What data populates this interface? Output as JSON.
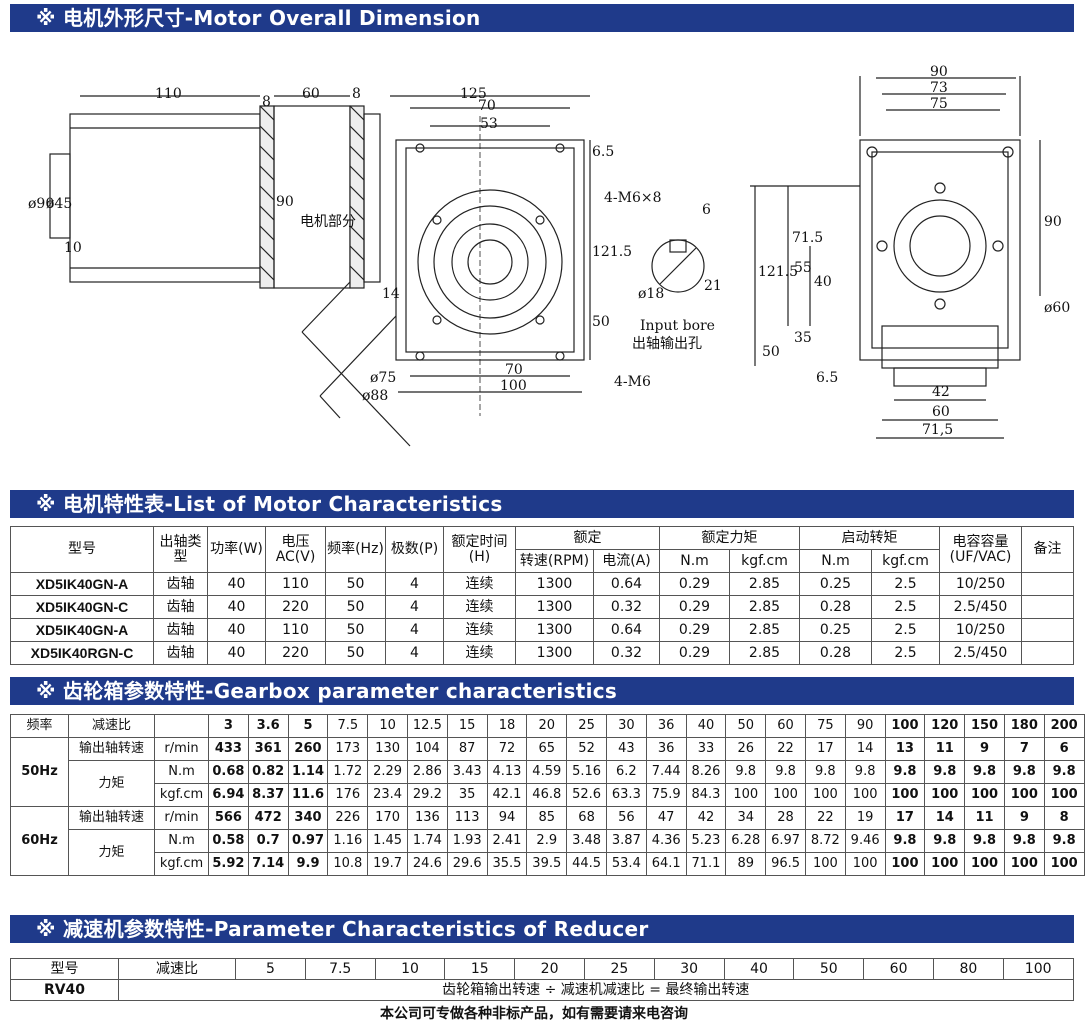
{
  "sections": {
    "s1": "※ 电机外形尺寸-Motor Overall Dimension",
    "s2": "※ 电机特性表-List of Motor Characteristics",
    "s3": "※ 齿轮箱参数特性-Gearbox parameter characteristics",
    "s4": "※ 减速机参数特性-Parameter Characteristics of Reducer"
  },
  "drawing": {
    "dims": [
      "110",
      "8",
      "60",
      "8",
      "125",
      "70",
      "53",
      "6.5",
      "4-M6×8",
      "121.5",
      "50",
      "14",
      "70",
      "100",
      "4-M6",
      "ø75",
      "ø88",
      "ø90",
      "ø45",
      "10",
      "90",
      "6",
      "ø18",
      "21",
      "90",
      "73",
      "75",
      "90",
      "71.5",
      "121.5",
      "55",
      "40",
      "35",
      "50",
      "6.5",
      "42",
      "60",
      "71,5",
      "ø60"
    ],
    "motor_label": "电机部分",
    "bore_en": "Input bore",
    "bore_cn": "出轴输出孔"
  },
  "motor_table": {
    "headers": {
      "model": "型号",
      "shaft": "出轴类型",
      "power": "功率(W)",
      "voltage": "电压AC(V)",
      "freq": "频率(Hz)",
      "poles": "极数(P)",
      "time": "额定时间(H)",
      "rated": "额定",
      "speed": "转速(RPM)",
      "current": "电流(A)",
      "rated_torque": "额定力矩",
      "start_torque": "启动转矩",
      "nm": "N.m",
      "kgf": "kgf.cm",
      "cap": "电容容量(UF/VAC)",
      "note": "备注"
    },
    "rows": [
      [
        "XD5IK40GN-A",
        "齿轴",
        "40",
        "110",
        "50",
        "4",
        "连续",
        "1300",
        "0.64",
        "0.29",
        "2.85",
        "0.25",
        "2.5",
        "10/250",
        ""
      ],
      [
        "XD5IK40GN-C",
        "齿轴",
        "40",
        "220",
        "50",
        "4",
        "连续",
        "1300",
        "0.32",
        "0.29",
        "2.85",
        "0.28",
        "2.5",
        "2.5/450",
        ""
      ],
      [
        "XD5IK40GN-A",
        "齿轴",
        "40",
        "110",
        "50",
        "4",
        "连续",
        "1300",
        "0.64",
        "0.29",
        "2.85",
        "0.25",
        "2.5",
        "10/250",
        ""
      ],
      [
        "XD5IK40RGN-C",
        "齿轴",
        "40",
        "220",
        "50",
        "4",
        "连续",
        "1300",
        "0.32",
        "0.29",
        "2.85",
        "0.28",
        "2.5",
        "2.5/450",
        ""
      ]
    ]
  },
  "gear_table": {
    "freq_label": "频率",
    "ratio_label": "减速比",
    "ratios": [
      "3",
      "3.6",
      "5",
      "7.5",
      "10",
      "12.5",
      "15",
      "18",
      "20",
      "25",
      "30",
      "36",
      "40",
      "50",
      "60",
      "75",
      "90",
      "100",
      "120",
      "150",
      "180",
      "200"
    ],
    "hz50": "50Hz",
    "hz60": "60Hz",
    "speed_label": "输出轴转速",
    "torque_label": "力矩",
    "unit_rmin": "r/min",
    "unit_nm": "N.m",
    "unit_kgf": "kgf.cm",
    "r50_speed": [
      "433",
      "361",
      "260",
      "173",
      "130",
      "104",
      "87",
      "72",
      "65",
      "52",
      "43",
      "36",
      "33",
      "26",
      "22",
      "17",
      "14",
      "13",
      "11",
      "9",
      "7",
      "6"
    ],
    "r50_nm": [
      "0.68",
      "0.82",
      "1.14",
      "1.72",
      "2.29",
      "2.86",
      "3.43",
      "4.13",
      "4.59",
      "5.16",
      "6.2",
      "7.44",
      "8.26",
      "9.8",
      "9.8",
      "9.8",
      "9.8",
      "9.8",
      "9.8",
      "9.8",
      "9.8",
      "9.8"
    ],
    "r50_kgf": [
      "6.94",
      "8.37",
      "11.6",
      "176",
      "23.4",
      "29.2",
      "35",
      "42.1",
      "46.8",
      "52.6",
      "63.3",
      "75.9",
      "84.3",
      "100",
      "100",
      "100",
      "100",
      "100",
      "100",
      "100",
      "100",
      "100"
    ],
    "r60_speed": [
      "566",
      "472",
      "340",
      "226",
      "170",
      "136",
      "113",
      "94",
      "85",
      "68",
      "56",
      "47",
      "42",
      "34",
      "28",
      "22",
      "19",
      "17",
      "14",
      "11",
      "9",
      "8"
    ],
    "r60_nm": [
      "0.58",
      "0.7",
      "0.97",
      "1.16",
      "1.45",
      "1.74",
      "1.93",
      "2.41",
      "2.9",
      "3.48",
      "3.87",
      "4.36",
      "5.23",
      "6.28",
      "6.97",
      "8.72",
      "9.46",
      "9.8",
      "9.8",
      "9.8",
      "9.8",
      "9.8"
    ],
    "r60_kgf": [
      "5.92",
      "7.14",
      "9.9",
      "10.8",
      "19.7",
      "24.6",
      "29.6",
      "35.5",
      "39.5",
      "44.5",
      "53.4",
      "64.1",
      "71.1",
      "89",
      "96.5",
      "100",
      "100",
      "100",
      "100",
      "100",
      "100",
      "100"
    ]
  },
  "reducer_table": {
    "model_label": "型号",
    "ratio_label": "减速比",
    "ratios": [
      "5",
      "7.5",
      "10",
      "15",
      "20",
      "25",
      "30",
      "40",
      "50",
      "60",
      "80",
      "100"
    ],
    "model": "RV40",
    "formula": "齿轮箱输出转速 ÷ 减速机减速比 = 最终输出转速"
  },
  "footer": "本公司可专做各种非标产品，如有需要请来电咨询"
}
